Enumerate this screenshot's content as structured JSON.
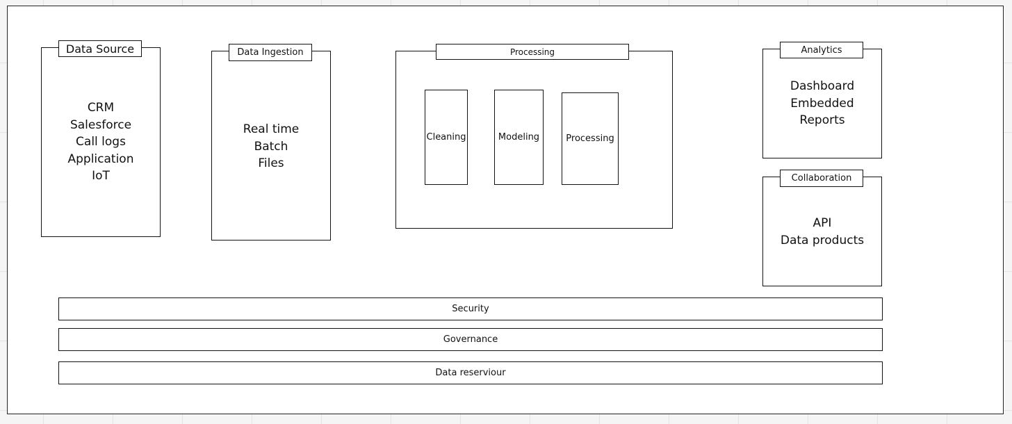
{
  "data_source": {
    "title": "Data Source",
    "items": [
      "CRM",
      "Salesforce",
      "Call logs",
      "Application",
      "IoT"
    ]
  },
  "data_ingestion": {
    "title": "Data Ingestion",
    "items": [
      "Real time",
      "Batch",
      "Files"
    ]
  },
  "processing": {
    "title": "Processing",
    "steps": [
      "Cleaning",
      "Modeling",
      "Processing"
    ]
  },
  "analytics": {
    "title": "Analytics",
    "items": [
      "Dashboard",
      "Embedded",
      "Reports"
    ]
  },
  "collaboration": {
    "title": "Collaboration",
    "items": [
      "API",
      "Data products"
    ]
  },
  "layers": [
    "Security",
    "Governance",
    "Data reserviour"
  ]
}
